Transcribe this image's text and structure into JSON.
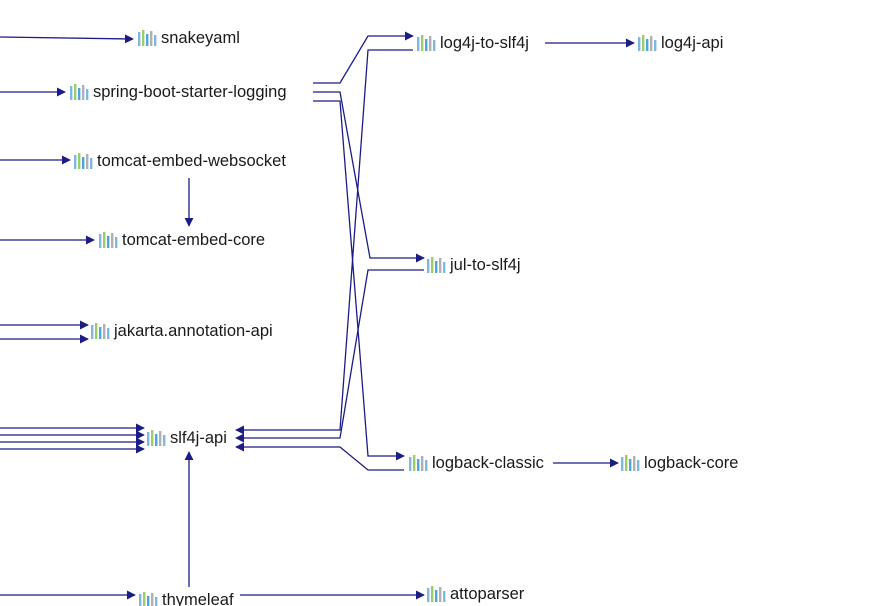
{
  "diagram": {
    "colors": {
      "edge": "#1c1c85",
      "icon_bars": [
        "#7fb7df",
        "#9ccc65",
        "#4fa3e0",
        "#b0b0b0"
      ]
    },
    "icon_name": "maven-artifact-bars-icon",
    "nodes": [
      {
        "id": "snakeyaml",
        "label": "snakeyaml"
      },
      {
        "id": "spring-boot-starter-logging",
        "label": "spring-boot-starter-logging"
      },
      {
        "id": "tomcat-embed-websocket",
        "label": "tomcat-embed-websocket"
      },
      {
        "id": "tomcat-embed-core",
        "label": "tomcat-embed-core"
      },
      {
        "id": "jakarta-annotation-api",
        "label": "jakarta.annotation-api"
      },
      {
        "id": "slf4j-api",
        "label": "slf4j-api"
      },
      {
        "id": "thymeleaf",
        "label": "thymeleaf"
      },
      {
        "id": "log4j-to-slf4j",
        "label": "log4j-to-slf4j"
      },
      {
        "id": "log4j-api",
        "label": "log4j-api"
      },
      {
        "id": "jul-to-slf4j",
        "label": "jul-to-slf4j"
      },
      {
        "id": "logback-classic",
        "label": "logback-classic"
      },
      {
        "id": "logback-core",
        "label": "logback-core"
      },
      {
        "id": "attoparser",
        "label": "attoparser"
      }
    ]
  }
}
